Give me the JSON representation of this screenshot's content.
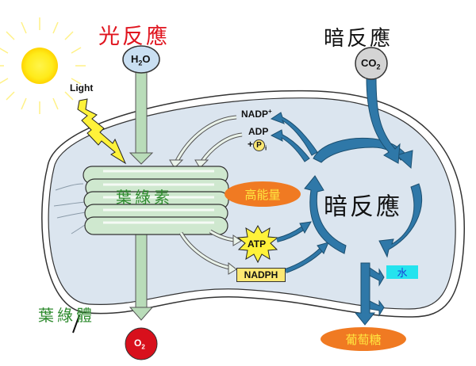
{
  "titles": {
    "light_reaction": "光反應",
    "dark_reaction": "暗反應",
    "dark_reaction_center": "暗反應"
  },
  "labels": {
    "light": "Light",
    "chlorophyll": "葉綠素",
    "chloroplast": "葉綠體",
    "high_energy": "高能量",
    "glucose": "葡萄糖",
    "water": "水"
  },
  "molecules": {
    "h2o": {
      "main": "H",
      "sub": "2",
      "tail": "O"
    },
    "co2": {
      "main": "CO",
      "sub": "2"
    },
    "o2": {
      "main": "O",
      "sub": "2"
    },
    "nadp_plus": {
      "main": "NADP",
      "sup": "+"
    },
    "adp": "ADP",
    "pi": {
      "plus": "+",
      "p": "P",
      "sub": "i"
    },
    "atp": "ATP",
    "nadph": "NADPH"
  },
  "colors": {
    "light_title": "#e0141e",
    "chloroplast_fill": "#dbe5ef",
    "green_arrow": "#b9dcb9",
    "blue_arrow": "#2f78a8",
    "orange_oval": "#f07a22",
    "yellow_text": "#ffe640",
    "water_box": "#24e3ee",
    "o2_circle": "#d8101c",
    "h2o_circle": "#c9dff2",
    "co2_circle": "#d4d4d4"
  }
}
